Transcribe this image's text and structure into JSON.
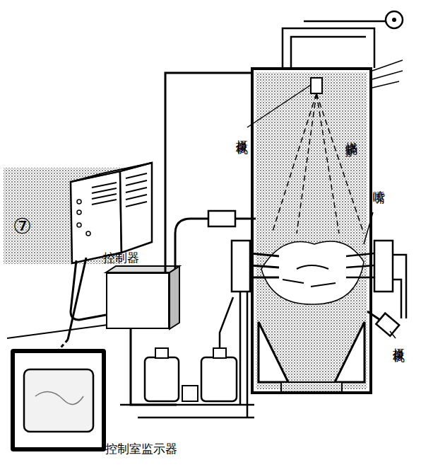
{
  "diagram": {
    "nodes": [
      {
        "text": [
          "燃烧炉"
        ]
      },
      {
        "text": [
          "控制器"
        ]
      },
      {
        "text": [
          "控制室监示器"
        ]
      }
    ],
    "edges": [
      {
        "from": 1,
        "to": 0,
        "arrow": "none"
      }
    ],
    "labels": [
      "⑦",
      "摄像机",
      "喷嘴",
      "摄像机"
    ]
  }
}
